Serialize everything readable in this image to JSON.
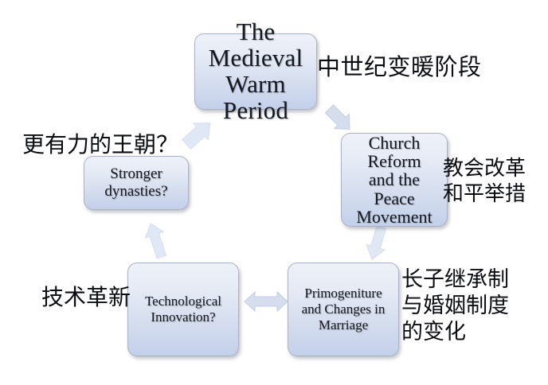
{
  "diagram": {
    "title_cycle": "The Medieval Warm Period cycle",
    "background_color": "#ffffff",
    "box_fill_top": "#eef1f8",
    "box_fill_bottom": "#c3d0ea",
    "box_border_color": "#a9b3c4",
    "arrow_color": "#d6deee",
    "text_color": "#131821"
  },
  "nodes": {
    "top": {
      "label": "The\nMedieval\nWarm\nPeriod",
      "annotation_cn": "中世纪变暖阶段"
    },
    "church": {
      "label": "Church\nReform\nand the\nPeace\nMovement",
      "annotation_cn": "教会改革\n和平举措"
    },
    "primogeniture": {
      "label": "Primogeniture\nand Changes in\nMarriage",
      "annotation_cn": "长子继承制\n与婚姻制度\n的变化"
    },
    "technological": {
      "label": "Technological\nInnovation?",
      "annotation_cn": "技术革新"
    },
    "stronger": {
      "label": "Stronger\ndynasties?",
      "annotation_cn": "更有力的王朝？"
    }
  },
  "arrows": [
    {
      "name": "top-to-church",
      "direction": "down-right"
    },
    {
      "name": "church-to-primogeniture",
      "direction": "down"
    },
    {
      "name": "primogeniture-to-technological",
      "direction": "left"
    },
    {
      "name": "technological-to-stronger",
      "direction": "up"
    },
    {
      "name": "stronger-to-top",
      "direction": "up-right"
    }
  ]
}
